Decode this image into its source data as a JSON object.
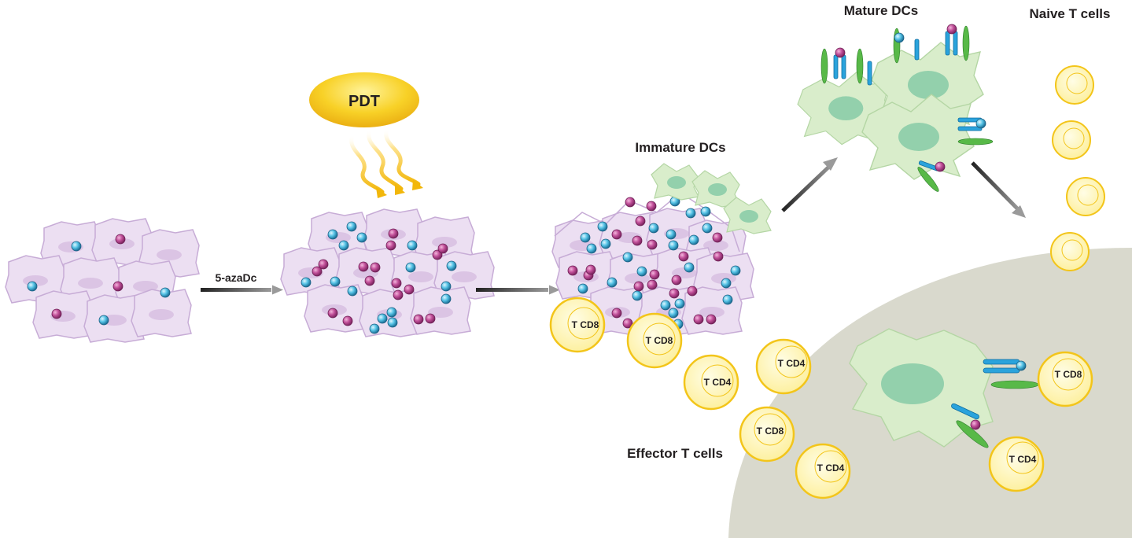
{
  "labels": {
    "pdt": "PDT",
    "drug": "5-azaDc",
    "immature": "Immature DCs",
    "mature": "Mature DCs",
    "naive": "Naive T cells",
    "effector": "Effector T cells"
  },
  "tcells": {
    "cd8": "T CD8",
    "cd4": "T CD4"
  },
  "colors": {
    "tumor_cell": "#e9dcef",
    "tumor_outline": "#c9aed6",
    "magenta_antigen": "#b8468c",
    "cyan_antigen": "#3fb2d8",
    "dc_cell": "#d8ecc8",
    "dc_nucleus": "#8fcfa8",
    "t_cell": "#fdf4b0",
    "t_cell_outline": "#f4c91e",
    "lymph_node": "#d9d9cd",
    "pdt_light": "#f6c516"
  }
}
